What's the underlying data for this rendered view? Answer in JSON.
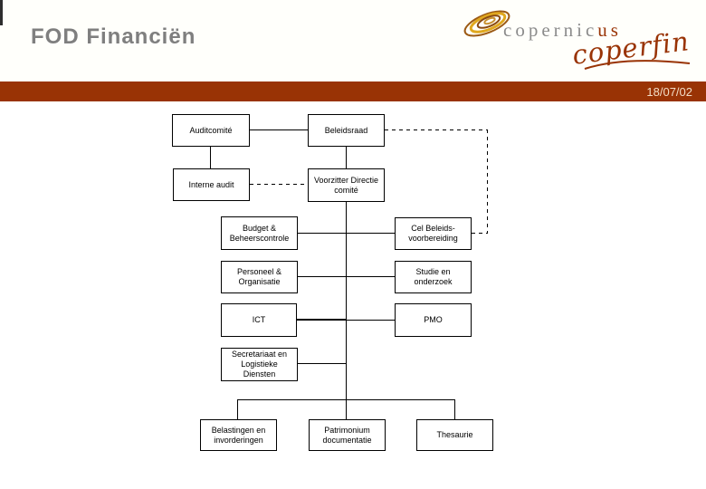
{
  "slide": {
    "title": "FOD Financiën",
    "date": "18/07/02"
  },
  "logo": {
    "brand": "copernicus",
    "brand_gray": "copernic",
    "brand_accent": "us",
    "script": "coperfin"
  },
  "colors": {
    "accent_brown": "#993305",
    "title_gray": "#7f7f7f",
    "logo_gray": "#8c8c8c",
    "date_text": "#f2dcc5",
    "box_border": "#000000"
  },
  "org_chart": {
    "boxes": [
      {
        "id": "auditcomite",
        "label": "Auditcomité"
      },
      {
        "id": "beleidsraad",
        "label": "Beleidsraad"
      },
      {
        "id": "interne-audit",
        "label": "Interne audit"
      },
      {
        "id": "voorzitter-directiecomite",
        "label": "Voorzitter Directie\ncomité"
      },
      {
        "id": "budget-beheerscontrole",
        "label": "Budget &\nBeheerscontrole"
      },
      {
        "id": "cel-beleidsvoorbereiding",
        "label": "Cel Beleids-\nvoorbereiding"
      },
      {
        "id": "personeel-organisatie",
        "label": "Personeel &\nOrganisatie"
      },
      {
        "id": "studie-onderzoek",
        "label": "Studie en\nonderzoek"
      },
      {
        "id": "ict",
        "label": "ICT"
      },
      {
        "id": "pmo",
        "label": "PMO"
      },
      {
        "id": "secretariaat-logistieke-diensten",
        "label": "Secretariaat en\nLogistieke\nDiensten"
      },
      {
        "id": "belastingen-invorderingen",
        "label": "Belastingen en\ninvorderingen"
      },
      {
        "id": "patrimonium-documentatie",
        "label": "Patrimonium\ndocumentatie"
      },
      {
        "id": "thesaurie",
        "label": "Thesaurie"
      }
    ],
    "connections": [
      {
        "from": "auditcomite",
        "to": "beleidsraad",
        "style": "solid"
      },
      {
        "from": "auditcomite",
        "to": "interne-audit",
        "style": "solid"
      },
      {
        "from": "beleidsraad",
        "to": "voorzitter-directiecomite",
        "style": "solid"
      },
      {
        "from": "beleidsraad",
        "to": "cel-beleidsvoorbereiding",
        "style": "dashed"
      },
      {
        "from": "interne-audit",
        "to": "voorzitter-directiecomite",
        "style": "dashed"
      },
      {
        "from": "voorzitter-directiecomite",
        "to": "budget-beheerscontrole",
        "style": "solid"
      },
      {
        "from": "voorzitter-directiecomite",
        "to": "cel-beleidsvoorbereiding",
        "style": "solid"
      },
      {
        "from": "voorzitter-directiecomite",
        "to": "personeel-organisatie",
        "style": "solid"
      },
      {
        "from": "voorzitter-directiecomite",
        "to": "studie-onderzoek",
        "style": "solid"
      },
      {
        "from": "voorzitter-directiecomite",
        "to": "ict",
        "style": "solid-bold"
      },
      {
        "from": "voorzitter-directiecomite",
        "to": "pmo",
        "style": "solid"
      },
      {
        "from": "voorzitter-directiecomite",
        "to": "secretariaat-logistieke-diensten",
        "style": "solid"
      },
      {
        "from": "voorzitter-directiecomite",
        "to": "belastingen-invorderingen",
        "style": "solid"
      },
      {
        "from": "voorzitter-directiecomite",
        "to": "patrimonium-documentatie",
        "style": "solid"
      },
      {
        "from": "voorzitter-directiecomite",
        "to": "thesaurie",
        "style": "solid"
      }
    ]
  }
}
